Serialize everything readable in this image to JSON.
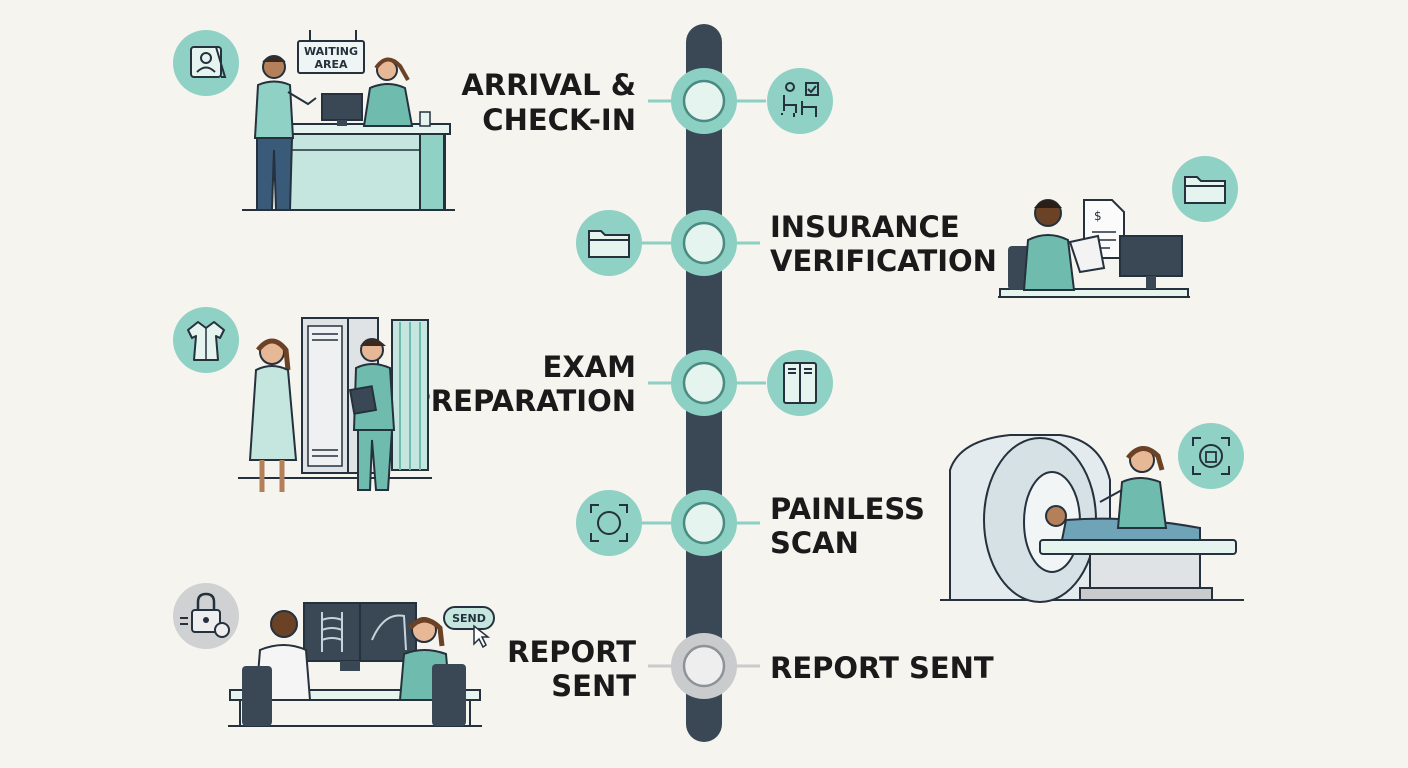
{
  "steps": [
    {
      "label_lines": [
        "ARRIVAL &",
        "CHECK-IN"
      ],
      "status": "done"
    },
    {
      "label_lines": [
        "INSURANCE",
        "VERIFICATION"
      ],
      "status": "done"
    },
    {
      "label_lines": [
        "EXAM",
        "PREPARATION"
      ],
      "status": "done"
    },
    {
      "label_lines": [
        "PAINLESS",
        "SCAN"
      ],
      "status": "done"
    },
    {
      "label_lines": [
        "REPORT",
        "SENT"
      ],
      "label_right": "REPORT SENT",
      "status": "pending"
    }
  ],
  "signs": {
    "waiting_line1": "WAITING",
    "waiting_line2": "AREA",
    "send": "SEND"
  },
  "icons": {
    "badge": "id-badge-icon",
    "waiting": "waiting-chairs-icon",
    "folder": "folder-icon",
    "gown": "gown-icon",
    "locker": "locker-icon",
    "scanner": "scanner-icon",
    "lock": "secure-lock-icon"
  },
  "colors": {
    "spine": "#3a4856",
    "node_done": "#8ccfc3",
    "node_pending": "#c9cbcd",
    "icon_bg": "#8fd1c4",
    "teal": "#6fbcae",
    "background": "#f5f4ef"
  }
}
